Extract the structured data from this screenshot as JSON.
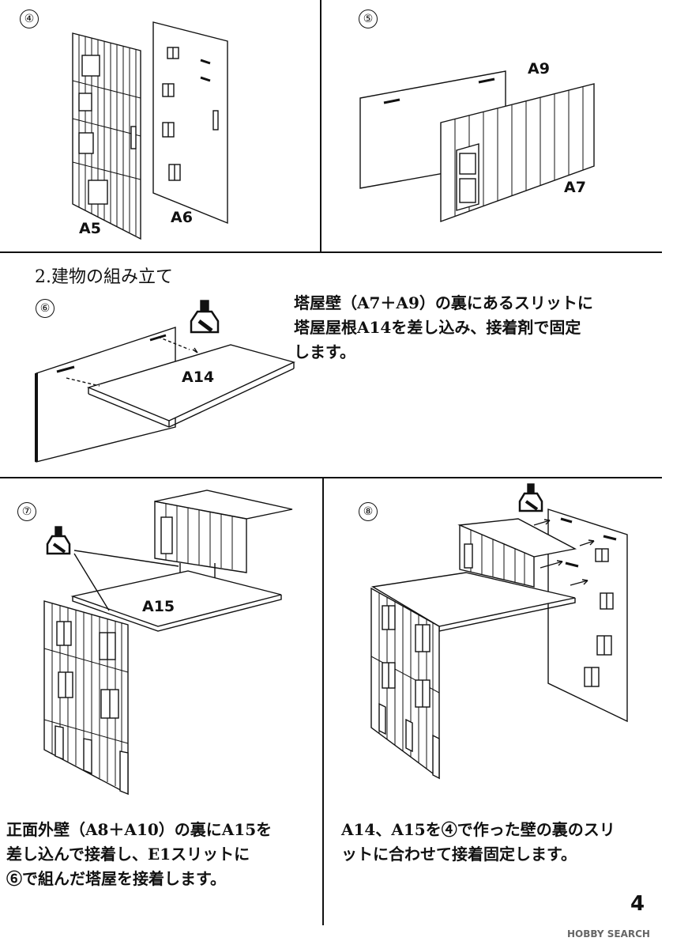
{
  "steps": {
    "s4": {
      "num": "④",
      "labels": [
        "A5",
        "A6"
      ]
    },
    "s5": {
      "num": "⑤",
      "labels": [
        "A9",
        "A7"
      ]
    },
    "s6": {
      "num": "⑥",
      "label": "A14",
      "text": [
        "塔屋壁（A7＋A9）の裏にあるスリットに",
        "塔屋屋根A14を差し込み、接着剤で固定",
        "します。"
      ]
    },
    "s7": {
      "num": "⑦",
      "label": "A15",
      "text": [
        "正面外壁（A8＋A10）の裏にA15を",
        "差し込んで接着し、E1スリットに",
        "⑥で組んだ塔屋を接着します。"
      ]
    },
    "s8": {
      "num": "⑧",
      "text": [
        "A14、A15を④で作った壁の裏のスリ",
        "ットに合わせて接着固定します。"
      ]
    }
  },
  "section_heading": "2.建物の組み立て",
  "page_number": "4",
  "watermark": "HOBBY SEARCH"
}
